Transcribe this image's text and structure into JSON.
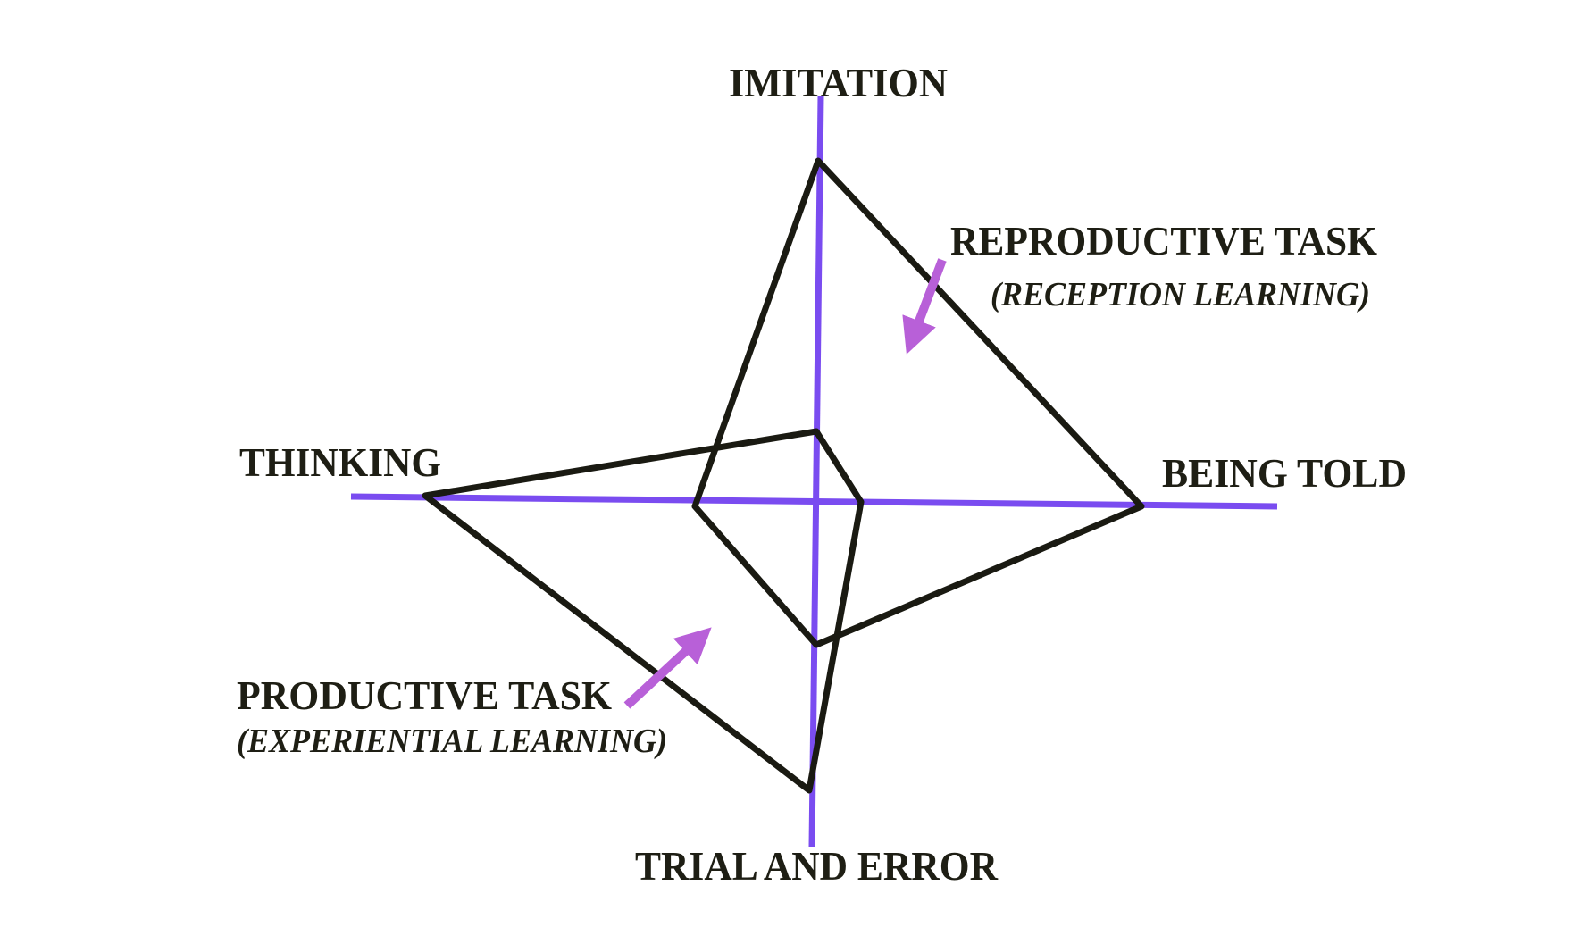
{
  "axes": {
    "top": "IMITATION",
    "right": "BEING TOLD",
    "bottom": "TRIAL AND ERROR",
    "left": "THINKING"
  },
  "reproductive": {
    "title": "REPRODUCTIVE TASK",
    "subtitle": "(RECEPTION LEARNING)"
  },
  "productive": {
    "title": "PRODUCTIVE TASK",
    "subtitle": "(EXPERIENTIAL LEARNING)"
  },
  "colors": {
    "axis": "#7a4cf0",
    "shape": "#1a1a12",
    "arrow": "#b860d8"
  }
}
